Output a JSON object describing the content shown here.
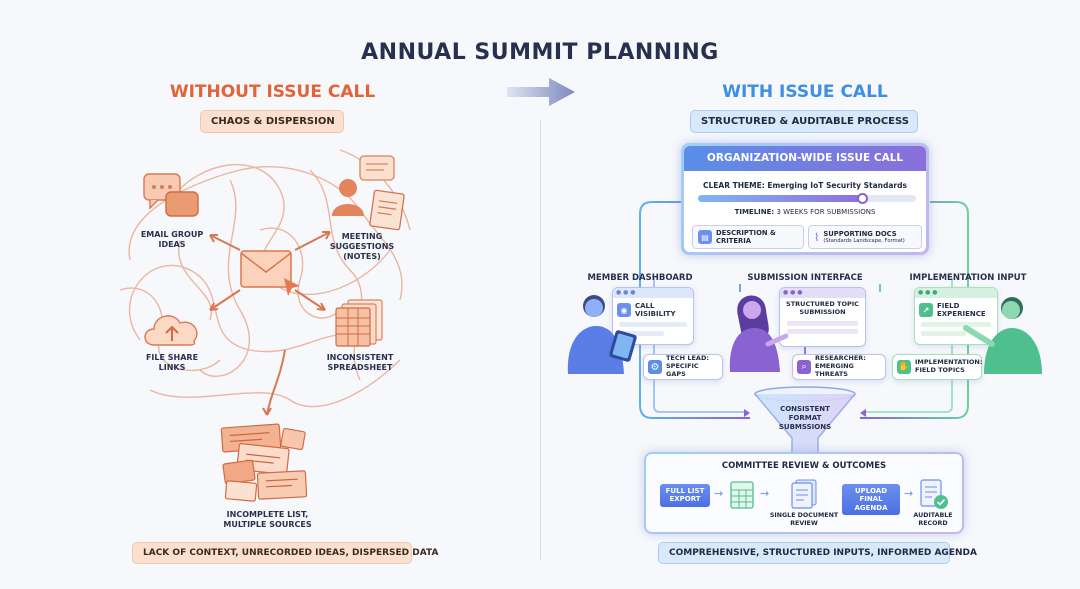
{
  "title": "ANNUAL SUMMIT PLANNING",
  "left": {
    "title": "WITHOUT ISSUE CALL",
    "subtitle": "CHAOS & DISPERSION",
    "nodes": {
      "email": "EMAIL GROUP\nIDEAS",
      "meeting": "MEETING\nSUGGESTIONS\n(NOTES)",
      "fileshare": "FILE SHARE\nLINKS",
      "spreadsheet": "INCONSISTENT\nSPREADSHEET",
      "incomplete": "INCOMPLETE LIST,\nMULTIPLE SOURCES"
    },
    "footer": "LACK OF CONTEXT, UNRECORDED IDEAS, DISPERSED DATA"
  },
  "right": {
    "title": "WITH ISSUE CALL",
    "subtitle": "STRUCTURED & AUDITABLE PROCESS",
    "issue_call": {
      "header": "ORGANIZATION-WIDE ISSUE CALL",
      "theme": "CLEAR THEME: Emerging IoT Security Standards",
      "timeline_label": "TIMELINE:",
      "timeline_value": "3 WEEKS FOR SUBMISSIONS",
      "progress": 0.75,
      "description": "DESCRIPTION & CRITERIA",
      "docs_title": "SUPPORTING DOCS",
      "docs_sub": "(Standards Landscape, Format)"
    },
    "member": {
      "title": "MEMBER DASHBOARD",
      "card": "CALL VISIBILITY",
      "role": "TECH LEAD:\nSPECIFIC GAPS"
    },
    "submission": {
      "title": "SUBMISSION INTERFACE",
      "card": "STRUCTURED TOPIC\nSUBMISSION",
      "role": "RESEARCHER:\nEMERGING THREATS"
    },
    "implementation": {
      "title": "IMPLEMENTATION INPUT",
      "card": "FIELD EXPERIENCE",
      "role": "IMPLEMENTATION:\nFIELD TOPICS"
    },
    "funnel": "CONSISTENT\nFORMAT\nSUBMSSIONS",
    "committee": {
      "header": "COMMITTEE REVIEW & OUTCOMES",
      "export": "FULL LIST\nEXPORT",
      "review": "SINGLE DOCUMENT\nREVIEW",
      "upload": "UPLOAD FINAL\nAGENDA",
      "record": "AUDITABLE\nRECORD"
    },
    "footer": "COMPREHENSIVE, STRUCTURED INPUTS, INFORMED AGENDA"
  },
  "colors": {
    "orange": "#e0643a",
    "blue": "#3d7be0",
    "purple": "#8a63d2",
    "green": "#4fc08d"
  }
}
